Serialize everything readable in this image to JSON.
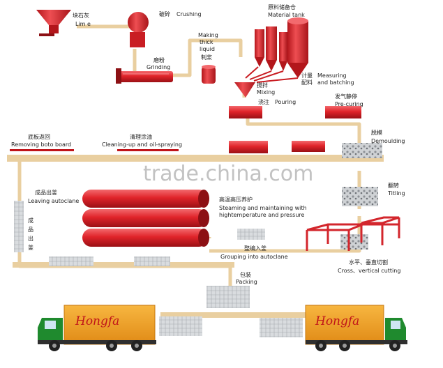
{
  "labels": {
    "lime_cn": "块石灰",
    "lime_en": "Lim e",
    "crushing_cn": "破碎",
    "crushing_en": "Crushing",
    "material_tank_cn": "原料储备仓",
    "material_tank_en": "Material tank",
    "making_line1": "Making",
    "making_line2": "thick",
    "making_line3": "liquid",
    "making_cn": "制浆",
    "grinding_cn": "磨粉",
    "grinding_en": "Grinding",
    "measuring_cn1": "计量",
    "measuring_cn2": "配料",
    "measuring_en1": "Measuring",
    "measuring_en2": "and batching",
    "mixing_cn": "搅拌",
    "mixing_en": "Mixing",
    "pouring_cn": "浇注",
    "pouring_en": "Pouring",
    "precuring_cn": "发气静停",
    "precuring_en": "Pre-curing",
    "removing_cn": "底板返回",
    "removing_en": "Removing boto board",
    "cleaning_cn": "清理涂油",
    "cleaning_en": "Cleaning-up and oil-spraying",
    "demoulding_cn": "脱模",
    "demoulding_en": "Demoulding",
    "leaving_cn": "成品出釜",
    "leaving_en": "Leaving autoclane",
    "steaming_cn": "高温高压养护",
    "steaming_en1": "Steaming and maintaining with",
    "steaming_en2": "hightemperature and pressure",
    "tilting_cn": "翻转",
    "tilting_en": "Titling",
    "product_out_cn": "成品出釜",
    "grouping_cn": "整编入釜",
    "grouping_en": "Grouping into autoclane",
    "cutting_cn": "水平、垂直切割",
    "cutting_en": "Cross、vertical cutting",
    "packing_cn": "包装",
    "packing_en": "Packing"
  },
  "watermark": "trade.china.com",
  "truck_brand": "Hongfa",
  "colors": {
    "pipe": "#e9cfa0",
    "machine_red": "#e0242a",
    "dark_red": "#a8151a",
    "truck_green": "#1f8a2e",
    "cargo_orange": "#f2a223"
  }
}
